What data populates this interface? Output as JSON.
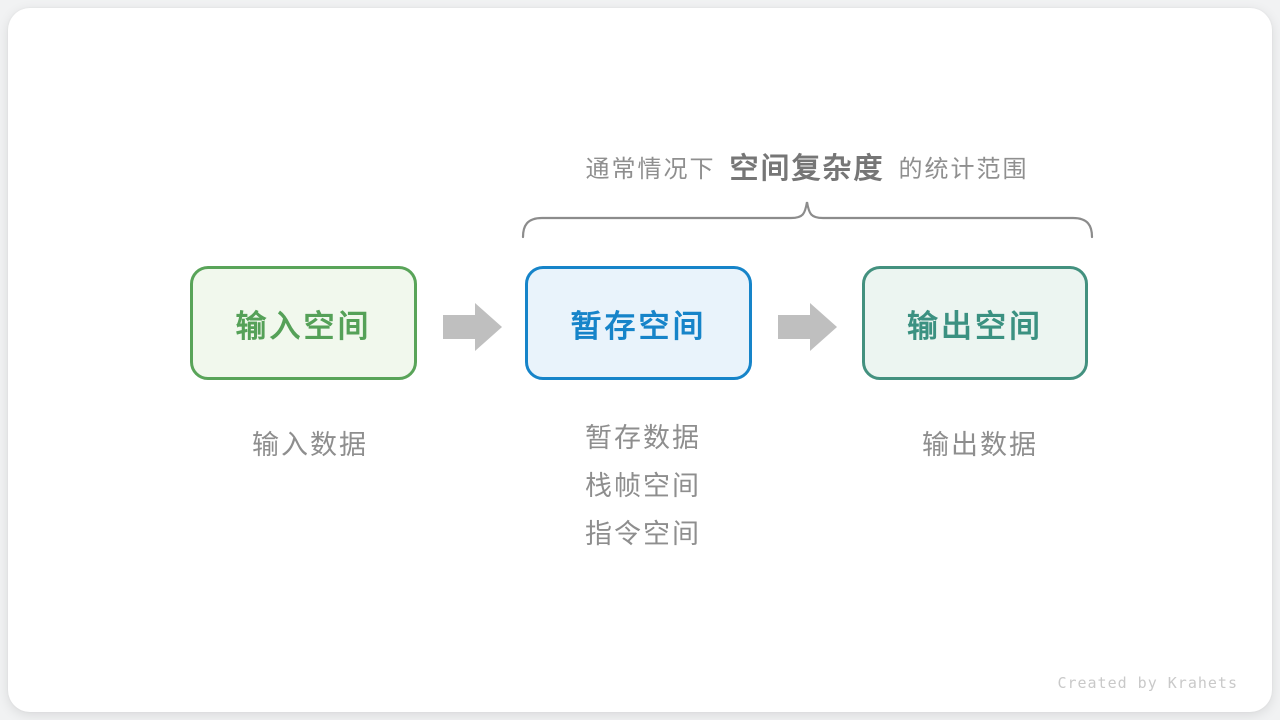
{
  "canvas": {
    "page_background": "#f1f2f3",
    "card_background": "#ffffff"
  },
  "caption": {
    "prefix": "通常情况下",
    "highlight": "空间复杂度",
    "suffix": "的统计范围",
    "prefix_color": "#8f8f8f",
    "highlight_color": "#767676"
  },
  "brace": {
    "color": "#8c8c8c"
  },
  "flow": {
    "arrow_color": "#bfbfbf",
    "nodes": [
      {
        "id": "input-space",
        "label": "输入空间",
        "border_color": "#59a459",
        "fill_color": "#f1f8ed",
        "text_color": "#55a158"
      },
      {
        "id": "temp-space",
        "label": "暂存空间",
        "border_color": "#1684c9",
        "fill_color": "#e9f3fb",
        "text_color": "#1684c9"
      },
      {
        "id": "output-space",
        "label": "输出空间",
        "border_color": "#43917f",
        "fill_color": "#ecf5f1",
        "text_color": "#3b9181"
      }
    ]
  },
  "annotations": {
    "text_color": "#8e8e8e",
    "input_items": [
      "输入数据"
    ],
    "temp_items": [
      "暂存数据",
      "栈帧空间",
      "指令空间"
    ],
    "output_items": [
      "输出数据"
    ]
  },
  "watermark": {
    "text": "Created by Krahets",
    "color": "#c9c9c9"
  }
}
